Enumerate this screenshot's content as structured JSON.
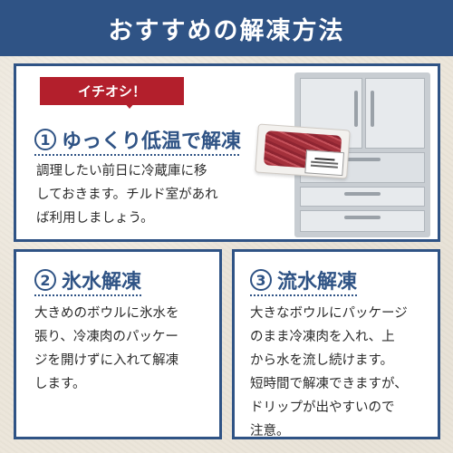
{
  "header": {
    "title": "おすすめの解凍方法"
  },
  "top_card": {
    "badge": "イチオシ！",
    "number": "1",
    "title": "ゆっくり低温で解凍",
    "body": "調理したい前日に冷蔵庫に移\nしておきます。チルド室があれ\nば利用しましょう。"
  },
  "left_card": {
    "number": "2",
    "title": "氷水解凍",
    "body": "大きめのボウルに氷水を\n張り、冷凍肉のパッケー\nジを開けずに入れて解凍\nします。"
  },
  "right_card": {
    "number": "3",
    "title": "流水解凍",
    "body": "大きなボウルにパッケージ\nのまま冷凍肉を入れ、上\nから水を流し続けます。\n短時間で解凍できますが、\nドリップが出やすいので\n注意。"
  },
  "colors": {
    "navy": "#2f5385",
    "red": "#b31f2c",
    "background": "#ece6da"
  }
}
